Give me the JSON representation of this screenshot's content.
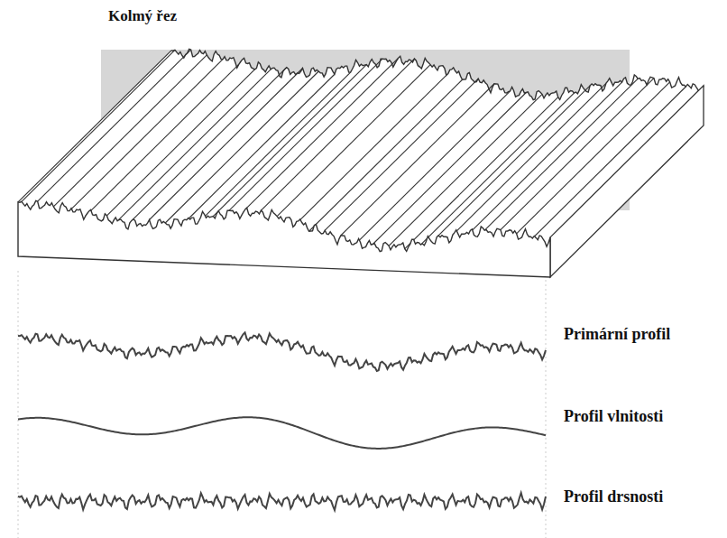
{
  "diagram": {
    "labels": [
      "Kolmý řez",
      "Primární profil",
      "Profil vlnitosti",
      "Profil drsnosti"
    ]
  }
}
